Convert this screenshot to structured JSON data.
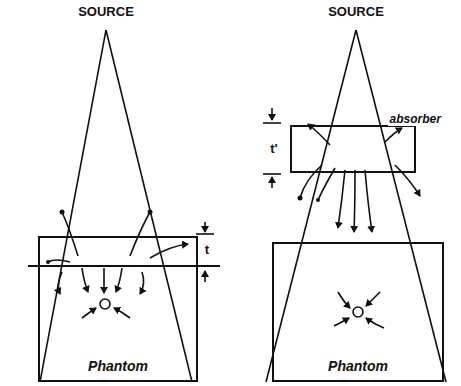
{
  "diagram": {
    "nodes": [
      {
        "text": [
          "Phantom"
        ]
      },
      {
        "text": [
          "absorber"
        ]
      },
      {
        "text": [
          "Phantom"
        ]
      }
    ],
    "labels": [
      "SOURCE",
      "SOURCE",
      "t",
      "t'"
    ]
  }
}
